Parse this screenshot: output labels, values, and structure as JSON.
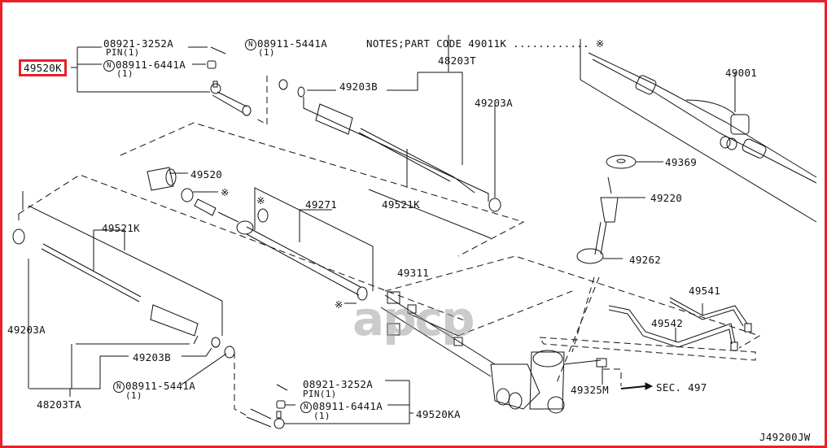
{
  "diagram": {
    "title_code": "J49200JW",
    "notes": "NOTES;PART CODE  49011K ............ ※",
    "watermark": "apcp",
    "highlighted_part": "49520K",
    "parts": {
      "p49520K": "49520K",
      "pin_top_code": "08921-3252A",
      "pin_top_sub": "PIN(1)",
      "nut_top_code": "08911-6441A",
      "nut_top_sub": "(1)",
      "nut2_top_code": "08911-5441A",
      "nut2_top_sub": "(1)",
      "p48203T": "48203T",
      "p49203B_top": "49203B",
      "p49203A_top": "49203A",
      "p49001": "49001",
      "p49369": "49369",
      "p49220": "49220",
      "p49262": "49262",
      "p49520": "49520",
      "mark_a": "※",
      "mark_b": "※",
      "mark_c": "※",
      "p49271": "49271",
      "p49521K_top": "49521K",
      "p49521K_left": "49521K",
      "p49203A_left": "49203A",
      "p49311": "49311",
      "p49541": "49541",
      "p49542": "49542",
      "p49203B_bot": "49203B",
      "p48203TA": "48203TA",
      "nut2_bot_code": "08911-5441A",
      "nut2_bot_sub": "(1)",
      "pin_bot_code": "08921-3252A",
      "pin_bot_sub": "PIN(1)",
      "nut_bot_code": "08911-6441A",
      "nut_bot_sub": "(1)",
      "p49520KA": "49520KA",
      "p49325M": "49325M",
      "sec": "SEC. 497",
      "n_mark": "N"
    }
  }
}
